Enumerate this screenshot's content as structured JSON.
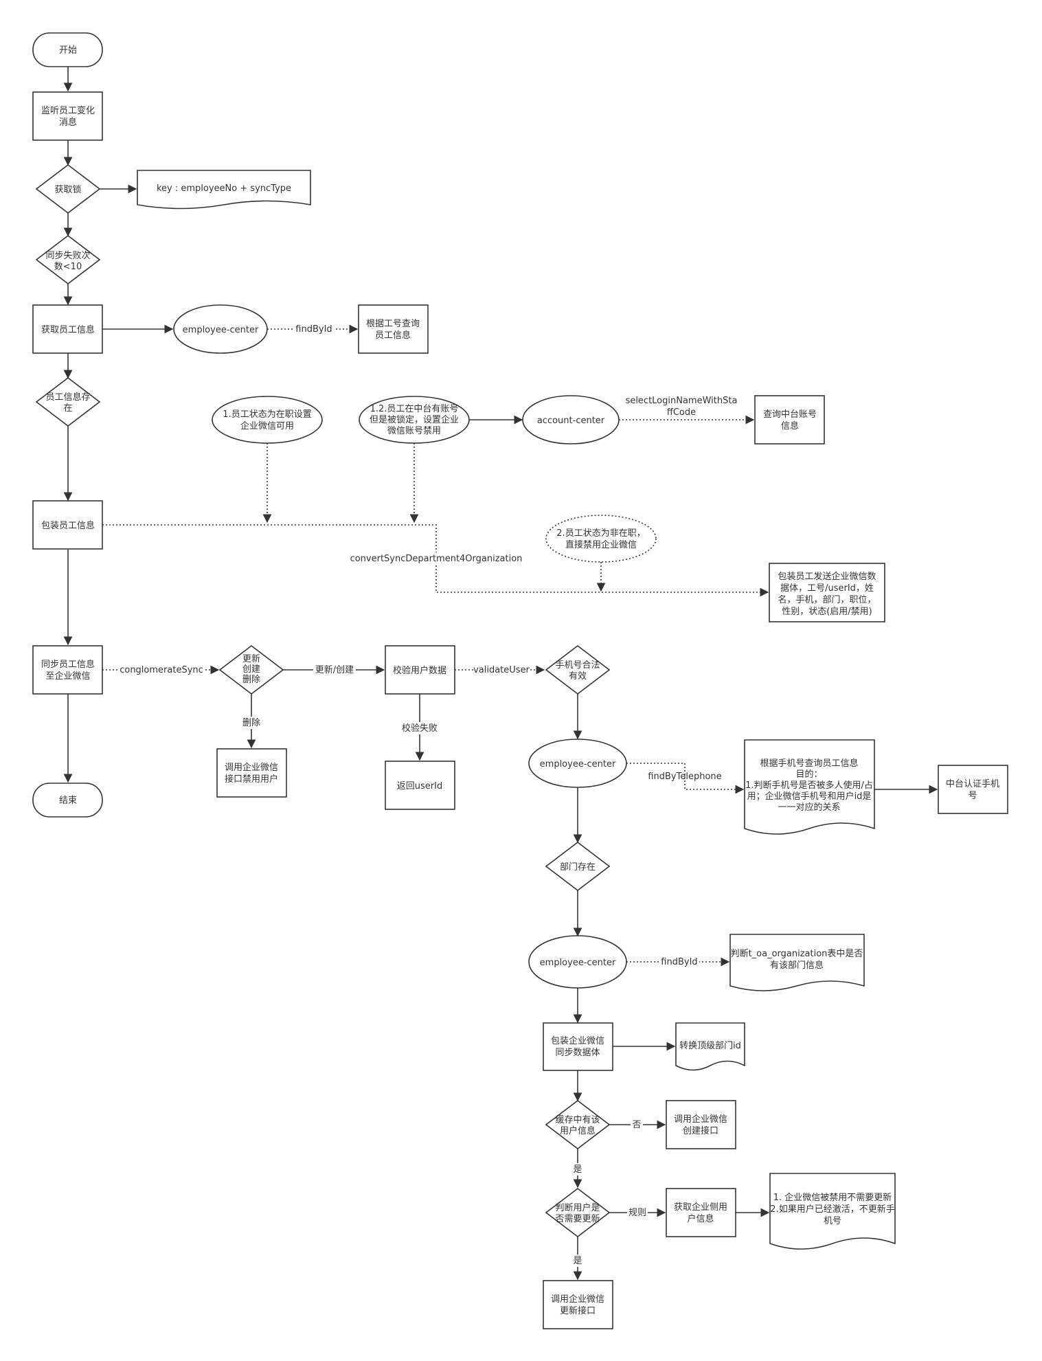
{
  "nodes": {
    "start": "开始",
    "listen": [
      "监听员工变化",
      "消息"
    ],
    "lock": "获取锁",
    "key": "key : employeeNo + syncType",
    "fail_count": [
      "同步失败次",
      "数<10"
    ],
    "get_emp": "获取员工信息",
    "ec1": "employee-center",
    "query_by_no": [
      "根据工号查询",
      "员工信息"
    ],
    "emp_exists": [
      "员工信息存",
      "在"
    ],
    "cond1": [
      "1.员工状态为在职设置",
      "企业微信可用"
    ],
    "cond12": [
      "1.2.员工在中台有账号",
      "但是被锁定，设置企业",
      "微信账号禁用"
    ],
    "account_center": "account-center",
    "query_account": [
      "查询中台账号",
      "信息"
    ],
    "pack_emp": "包装员工信息",
    "cond2": [
      "2.员工状态为非在职，",
      "直接禁用企业微信"
    ],
    "pack_body": [
      "包装员工发送企业微信数",
      "据体，工号/userId，姓",
      "名，手机，部门，职位，",
      "性别，状态(启用/禁用)"
    ],
    "sync_emp": [
      "同步员工信息",
      "至企业微信"
    ],
    "op_type": [
      "更新",
      "创建",
      "删除"
    ],
    "call_disable": [
      "调用企业微信",
      "接口禁用用户"
    ],
    "validate": "校验用户数据",
    "return_userid": "返回userId",
    "phone_valid": [
      "手机号合法",
      "有效"
    ],
    "ec2": "employee-center",
    "query_by_phone": [
      "根据手机号查询员工信息",
      "目的：",
      "1.判断手机号是否被多人使用/占",
      "用；企业微信手机号和用户id是",
      "一一对应的关系"
    ],
    "verify_phone": [
      "中台认证手机",
      "号"
    ],
    "dept_exists": "部门存在",
    "ec3": "employee-center",
    "check_org": [
      "判断t_oa_organization表中是否",
      "有该部门信息"
    ],
    "pack_sync": [
      "包装企业微信",
      "同步数据体"
    ],
    "convert_dept": "转换顶级部门id",
    "cache_has_user": [
      "缓存中有该",
      "用户信息"
    ],
    "call_create": [
      "调用企业微信",
      "创建接口"
    ],
    "need_update": [
      "判断用户是",
      "否需要更新"
    ],
    "get_wx_user": [
      "获取企业侧用",
      "户信息"
    ],
    "rules": [
      "1. 企业微信被禁用不需要更新",
      "2.如果用户已经激活，不更新手",
      "机号"
    ],
    "call_update": [
      "调用企业微信",
      "更新接口"
    ],
    "end": "结束"
  },
  "edge_labels": {
    "findById_1": "findById",
    "selectLogin": [
      "selectLoginNameWithSta",
      "ffCode"
    ],
    "convertSync": "convertSyncDepartment4Organization",
    "conglomerateSync": "conglomerateSync",
    "update_create": "更新/创建",
    "delete": "删除",
    "validate_fail": "校验失败",
    "validateUser": "validateUser",
    "findByTelephone": "findByTelephone",
    "findById_2": "findById",
    "no": "否",
    "yes_1": "是",
    "rule": "规则",
    "yes_2": "是"
  }
}
